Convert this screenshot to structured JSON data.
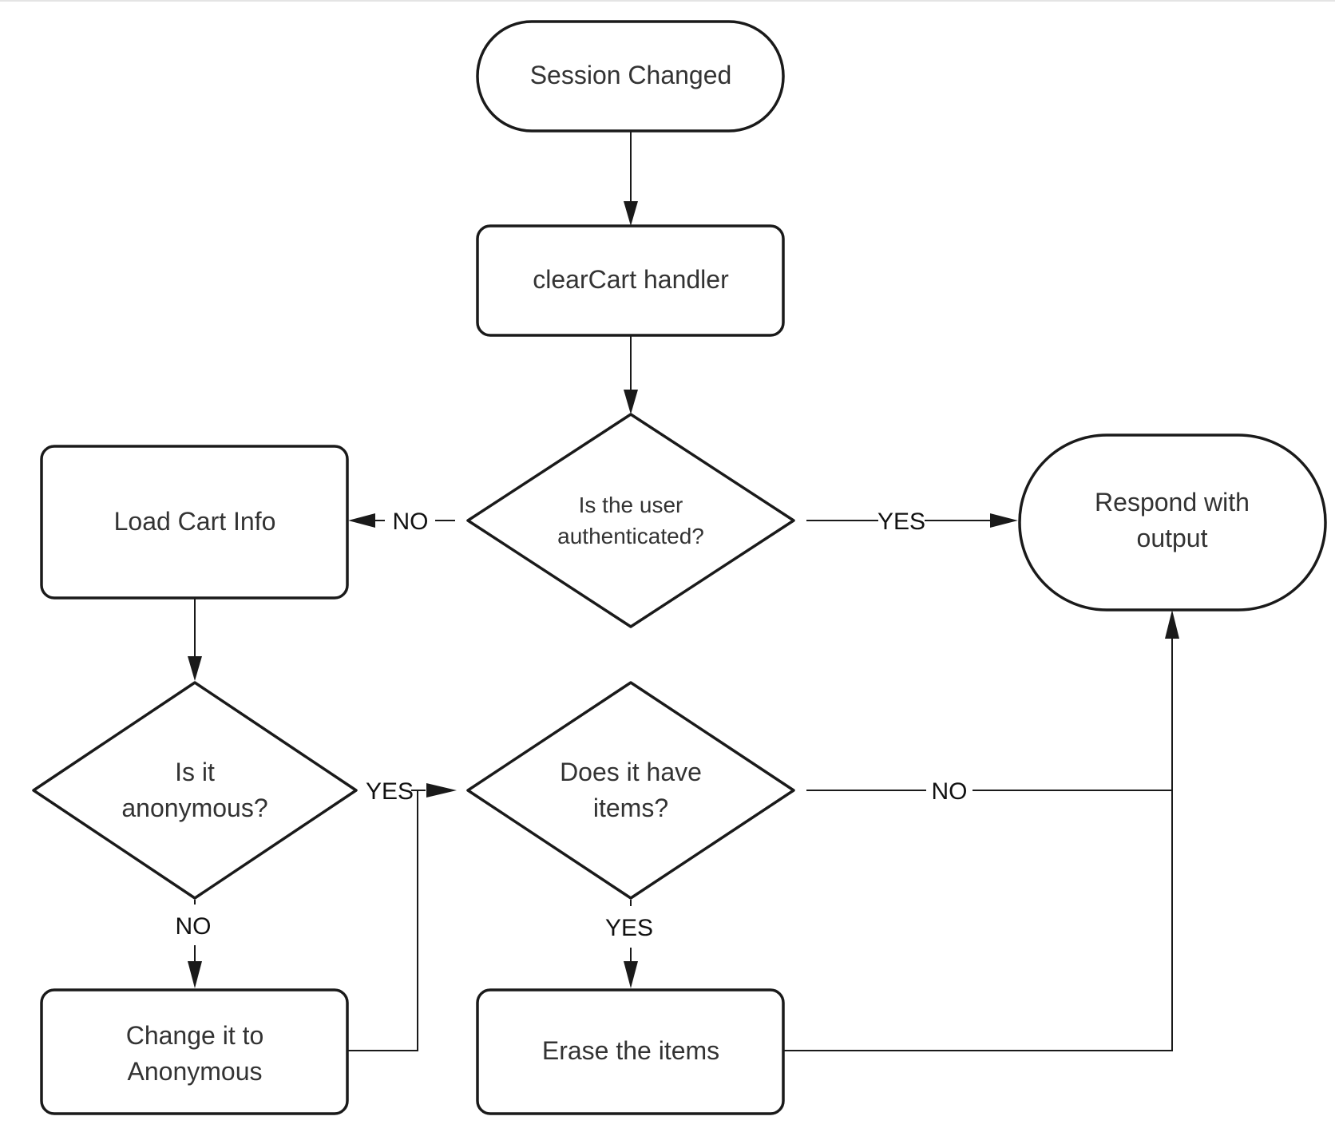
{
  "nodes": {
    "start": {
      "lines": [
        "Session Changed"
      ]
    },
    "handler": {
      "lines": [
        "clearCart handler"
      ]
    },
    "auth_decision": {
      "lines": [
        "Is the user",
        "authenticated?"
      ]
    },
    "load_cart": {
      "lines": [
        "Load Cart Info"
      ]
    },
    "respond": {
      "lines": [
        "Respond with",
        "output"
      ]
    },
    "anon_decision": {
      "lines": [
        "Is it",
        "anonymous?"
      ]
    },
    "items_decision": {
      "lines": [
        "Does it have",
        "items?"
      ]
    },
    "change_anon": {
      "lines": [
        "Change it to",
        "Anonymous"
      ]
    },
    "erase_items": {
      "lines": [
        "Erase the items"
      ]
    }
  },
  "edge_labels": {
    "auth_no": "NO",
    "auth_yes": "YES",
    "anon_yes": "YES",
    "anon_no": "NO",
    "items_no": "NO",
    "items_yes": "YES"
  }
}
